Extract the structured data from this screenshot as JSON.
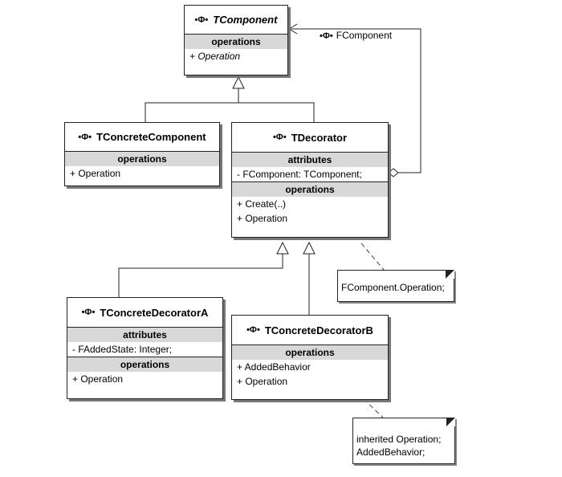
{
  "icons": {
    "class_icon": "•Φ•"
  },
  "component": {
    "name": "TComponent",
    "sections": [
      {
        "title": "operations",
        "items": [
          "+ Operation"
        ]
      }
    ]
  },
  "concrete_component": {
    "name": "TConcreteComponent",
    "sections": [
      {
        "title": "operations",
        "items": [
          "+ Operation"
        ]
      }
    ]
  },
  "decorator": {
    "name": "TDecorator",
    "sections": [
      {
        "title": "attributes",
        "items": [
          "-  FComponent: TComponent;"
        ]
      },
      {
        "title": "operations",
        "items": [
          "+ Create(..)",
          "+ Operation"
        ]
      }
    ]
  },
  "decorator_a": {
    "name": "TConcreteDecoratorA",
    "sections": [
      {
        "title": "attributes",
        "items": [
          "-  FAddedState: Integer;"
        ]
      },
      {
        "title": "operations",
        "items": [
          "+ Operation"
        ]
      }
    ]
  },
  "decorator_b": {
    "name": "TConcreteDecoratorB",
    "sections": [
      {
        "title": "operations",
        "items": [
          "+ AddedBehavior",
          "+ Operation"
        ]
      }
    ]
  },
  "association": {
    "label": "FComponent"
  },
  "notes": {
    "decorator_note": [
      "FComponent.Operation;"
    ],
    "decorator_b_note": [
      "inherited Operation;",
      "AddedBehavior;"
    ]
  }
}
